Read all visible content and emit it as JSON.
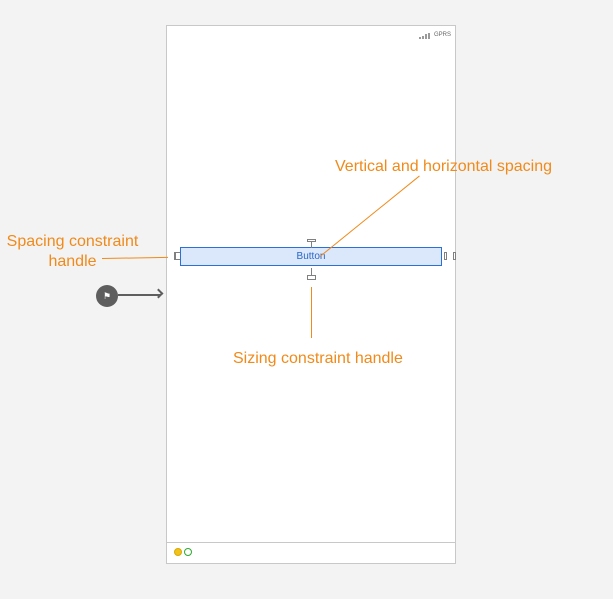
{
  "canvas": {
    "background": "#f3f3f3"
  },
  "device": {
    "status": {
      "carrier": "GPRS",
      "signal_icon": "signal-bars-icon"
    },
    "button": {
      "label": "Button"
    },
    "dock": {
      "icons": [
        "view-controller-icon",
        "exit-icon"
      ]
    }
  },
  "annotations": {
    "spacing_constraint_handle": "Spacing constraint\n handle",
    "vertical_horizontal_spacing": "Vertical and horizontal spacing",
    "sizing_constraint_handle": "Sizing  constraint handle"
  },
  "storyboard": {
    "entry_point_icon": "flag-icon"
  },
  "colors": {
    "annotation": "#f08a1a",
    "button_fill": "#dbe7fb",
    "button_border": "#2d6fd8",
    "entry_point": "#5e5e5e"
  }
}
